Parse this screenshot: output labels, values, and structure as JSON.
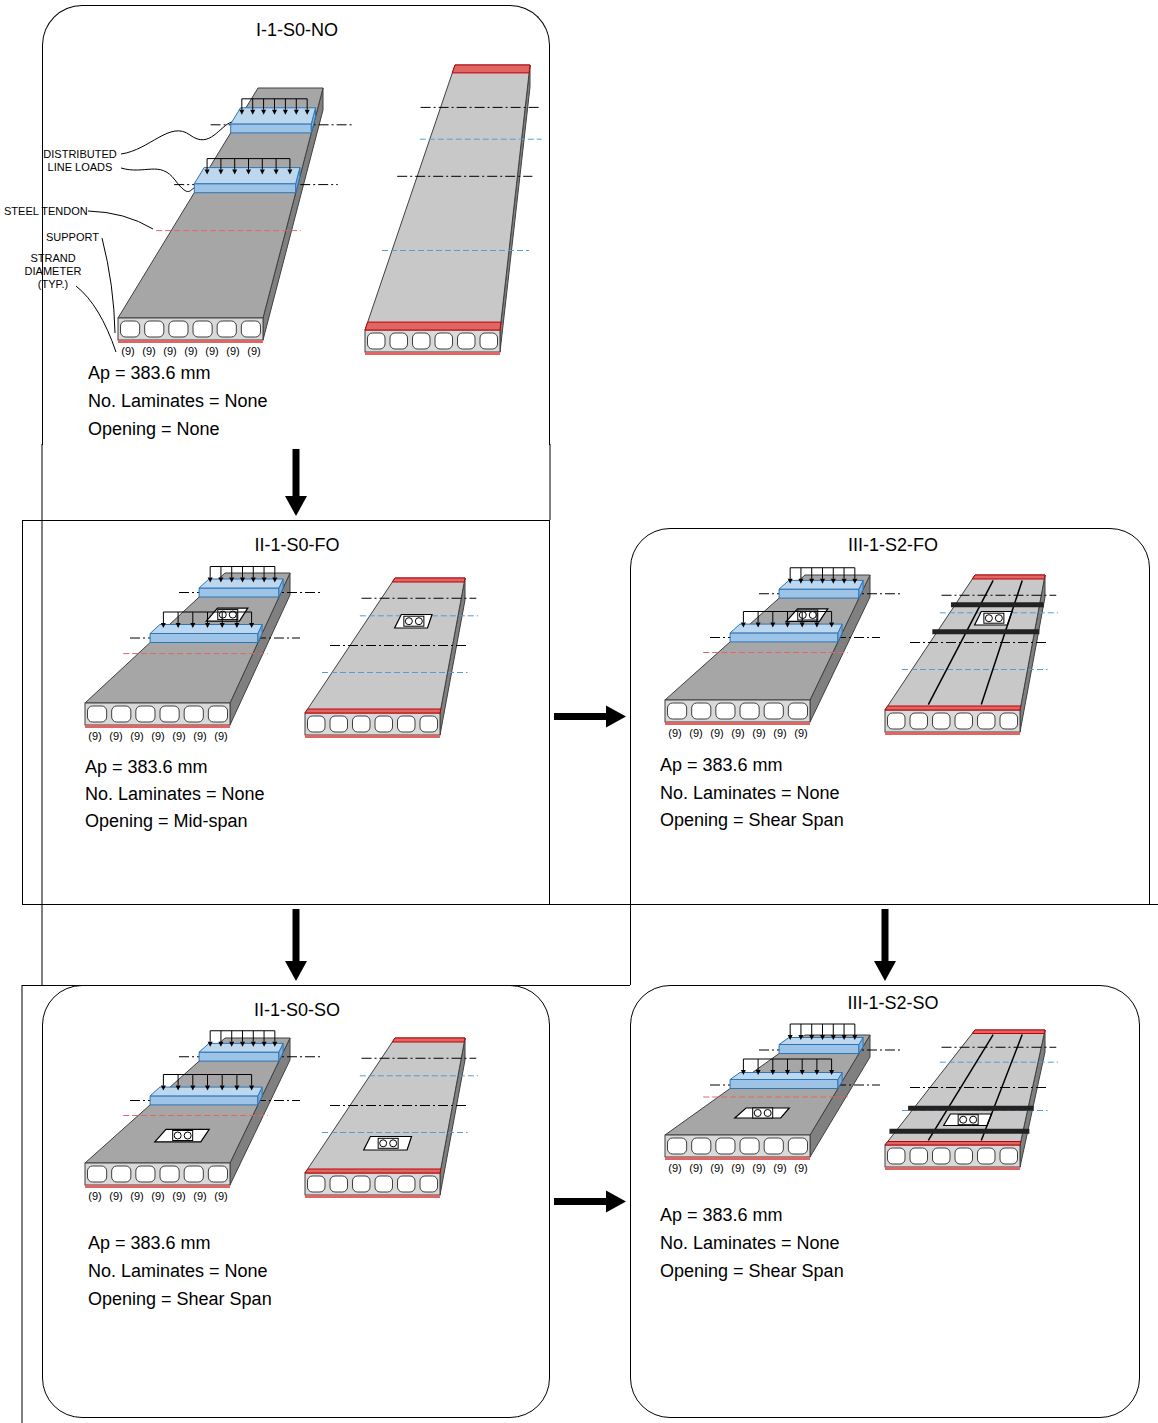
{
  "diagram": {
    "nodes": [
      {
        "text": [
          "I-1-S0-NO",
          "Ap = 383.6 mm",
          "No. Laminates = None",
          "Opening = None"
        ]
      },
      {
        "text": [
          "II-1-S0-FO",
          "Ap = 383.6 mm",
          "No. Laminates = None",
          "Opening = Mid-span"
        ]
      },
      {
        "text": [
          "III-1-S2-FO",
          "Ap = 383.6 mm",
          "No. Laminates = None",
          "Opening = Shear Span"
        ]
      },
      {
        "text": [
          "II-1-S0-SO",
          "Ap = 383.6 mm",
          "No. Laminates = None",
          "Opening = Shear Span"
        ]
      },
      {
        "text": [
          "III-1-S2-SO",
          "Ap = 383.6 mm",
          "No. Laminates = None",
          "Opening = Shear Span"
        ]
      }
    ],
    "edges": [
      {
        "from": 0,
        "to": 1,
        "arrow": "to"
      },
      {
        "from": 1,
        "to": 2,
        "arrow": "to"
      },
      {
        "from": 1,
        "to": 3,
        "arrow": "to"
      },
      {
        "from": 2,
        "to": 4,
        "arrow": "to"
      },
      {
        "from": 3,
        "to": 4,
        "arrow": "to"
      }
    ],
    "labels": [
      "DISTRIBUTED LINE LOADS",
      "STEEL TENDON",
      "SUPPORT",
      "STRAND DIAMETER (TYP.)",
      "(9)",
      "(9)",
      "(9)",
      "(9)",
      "(9)",
      "(9)",
      "(9)",
      "(9)",
      "(9)",
      "(9)",
      "(9)",
      "(9)",
      "(9)",
      "(9)",
      "(9)",
      "(9)",
      "(9)",
      "(9)",
      "(9)",
      "(9)",
      "(9)",
      "(9)",
      "(9)",
      "(9)",
      "(9)",
      "(9)",
      "(9)",
      "(9)",
      "(9)",
      "(9)",
      "(9)",
      "(9)",
      "(9)",
      "(9)",
      "(9)"
    ]
  }
}
